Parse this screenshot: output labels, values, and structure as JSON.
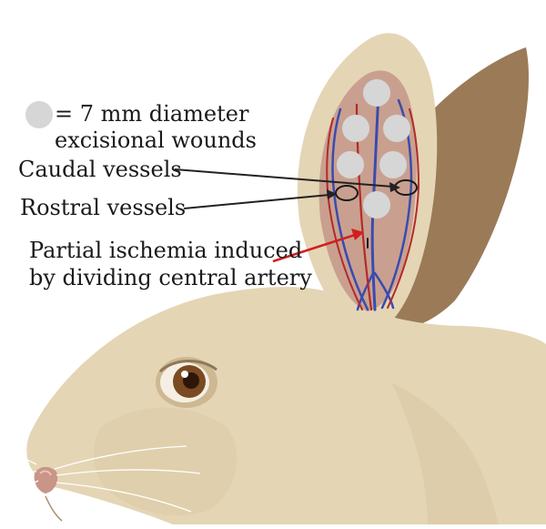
{
  "legend": {
    "line1": "= 7 mm diameter",
    "line2": "excisional wounds"
  },
  "labels": {
    "caudal": "Caudal vessels",
    "rostral": "Rostral vessels",
    "ischemia_line1": "Partial ischemia induced",
    "ischemia_line2": "by dividing central artery"
  },
  "colors": {
    "fur": "#e4d5b5",
    "fur_shadow": "#d8c6a0",
    "inner_ear": "#c9a08f",
    "back_ear": "#9b7a57",
    "wound": "#d6d6d6",
    "artery": "#b22a2a",
    "vein": "#3a4bb0",
    "pointer": "#d01f1f",
    "line": "#222222"
  }
}
